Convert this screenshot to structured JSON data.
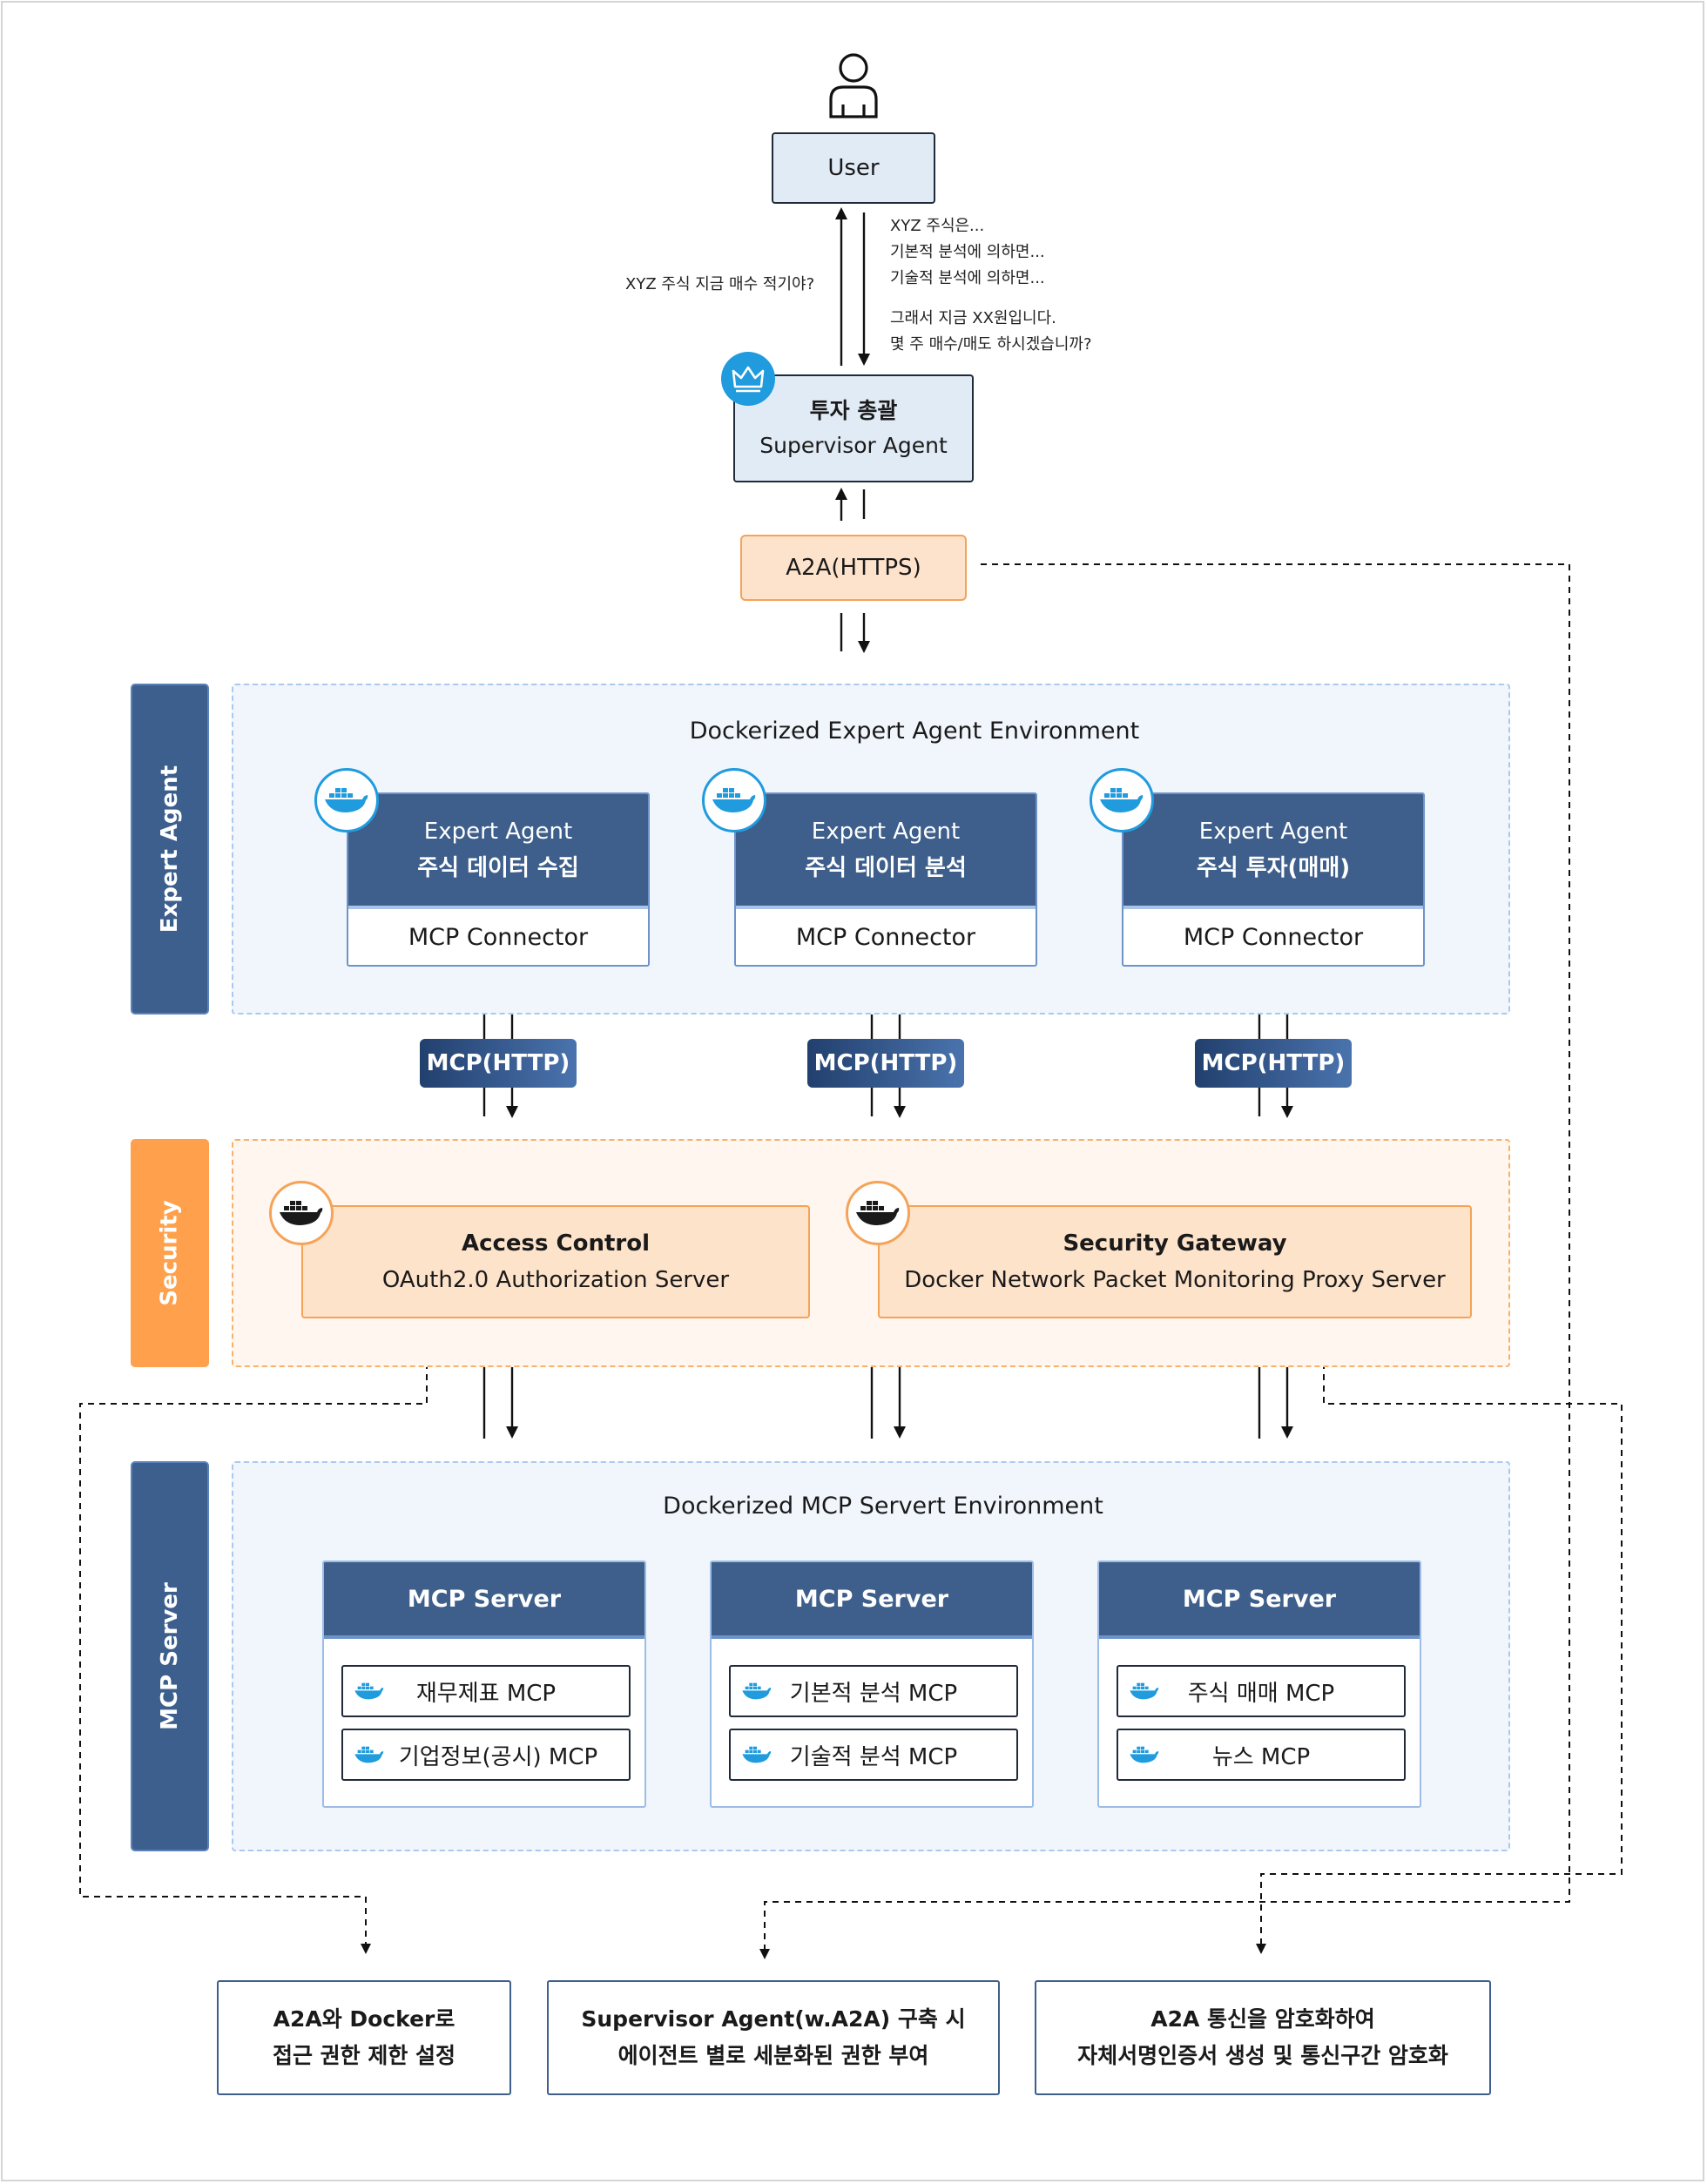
{
  "user": {
    "label": "User",
    "icon": "person-icon"
  },
  "conversation": {
    "question": "XYZ 주식 지금 매수 적기야?",
    "answer_lines": [
      "XYZ 주식은...",
      "기본적 분석에 의하면...",
      "기술적 분석에 의하면..."
    ],
    "answer_lines_2": [
      "그래서 지금 XX원입니다.",
      "몇 주 매수/매도 하시겠습니까?"
    ]
  },
  "supervisor": {
    "title": "투자 총괄",
    "subtitle": "Supervisor Agent",
    "icon": "crown-icon"
  },
  "a2a": {
    "label": "A2A(HTTPS)"
  },
  "sides": {
    "expert": "Expert Agent",
    "security": "Security",
    "mcp": "MCP Server"
  },
  "expert_env": {
    "title": "Dockerized Expert Agent Environment",
    "agents": [
      {
        "line1": "Expert Agent",
        "line2": "주식 데이터 수집",
        "connector": "MCP Connector"
      },
      {
        "line1": "Expert Agent",
        "line2": "주식 데이터 분석",
        "connector": "MCP Connector"
      },
      {
        "line1": "Expert Agent",
        "line2": "주식 투자(매매)",
        "connector": "MCP Connector"
      }
    ]
  },
  "protocol": {
    "mcp_http": "MCP(HTTP)"
  },
  "security": {
    "access": {
      "title": "Access Control",
      "subtitle": "OAuth2.0 Authorization Server"
    },
    "gateway": {
      "title": "Security Gateway",
      "subtitle": "Docker Network Packet Monitoring Proxy Server"
    }
  },
  "mcp_env": {
    "title": "Dockerized MCP Servert Environment",
    "servers": [
      {
        "title": "MCP Server",
        "items": [
          "재무제표 MCP",
          "기업정보(공시) MCP"
        ]
      },
      {
        "title": "MCP Server",
        "items": [
          "기본적 분석 MCP",
          "기술적 분석 MCP"
        ]
      },
      {
        "title": "MCP Server",
        "items": [
          "주식 매매 MCP",
          "뉴스 MCP"
        ]
      }
    ]
  },
  "results": [
    {
      "line1": "A2A와 Docker로",
      "line2": "접근 권한 제한 설정"
    },
    {
      "line1": "Supervisor Agent(w.A2A) 구축 시",
      "line2": "에이전트 별로 세분화된 권한 부여"
    },
    {
      "line1": "A2A 통신을 암호화하여",
      "line2": "자체서명인증서 생성 및 통신구간 암호화"
    }
  ],
  "colors": {
    "navy": "#3e5f8b",
    "orange": "#f6a257",
    "docker_blue": "#1f9bde",
    "light_blue": "#e1ebf6"
  },
  "icons": {
    "container": "docker-whale-icon"
  }
}
